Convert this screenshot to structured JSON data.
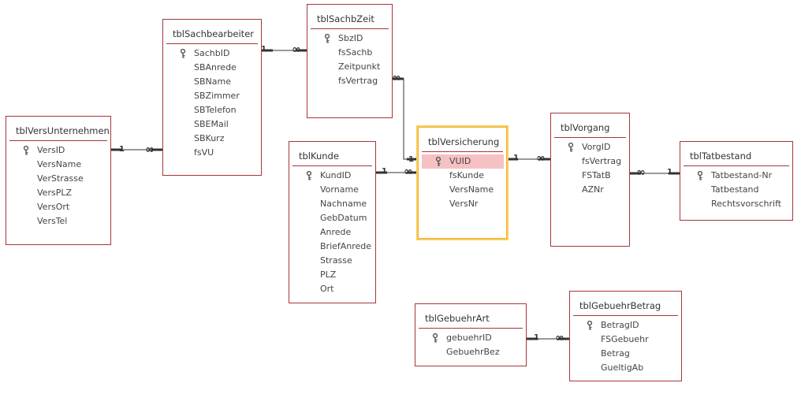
{
  "tables": [
    {
      "id": "vu",
      "name": "tblVersUnternehmen",
      "fields": [
        {
          "name": "VersID",
          "key": true
        },
        {
          "name": "VersName"
        },
        {
          "name": "VerStrasse"
        },
        {
          "name": "VersPLZ"
        },
        {
          "name": "VersOrt"
        },
        {
          "name": "VersTel"
        }
      ]
    },
    {
      "id": "sb",
      "name": "tblSachbearbeiter",
      "fields": [
        {
          "name": "SachbID",
          "key": true
        },
        {
          "name": "SBAnrede"
        },
        {
          "name": "SBName"
        },
        {
          "name": "SBZimmer"
        },
        {
          "name": "SBTelefon"
        },
        {
          "name": "SBEMail"
        },
        {
          "name": "SBKurz"
        },
        {
          "name": "fsVU"
        }
      ]
    },
    {
      "id": "sz",
      "name": "tblSachbZeit",
      "fields": [
        {
          "name": "SbzID",
          "key": true
        },
        {
          "name": "fsSachb"
        },
        {
          "name": "Zeitpunkt"
        },
        {
          "name": "fsVertrag"
        }
      ]
    },
    {
      "id": "ku",
      "name": "tblKunde",
      "fields": [
        {
          "name": "KundID",
          "key": true
        },
        {
          "name": "Vorname"
        },
        {
          "name": "Nachname"
        },
        {
          "name": "GebDatum"
        },
        {
          "name": "Anrede"
        },
        {
          "name": "BriefAnrede"
        },
        {
          "name": "Strasse"
        },
        {
          "name": "PLZ"
        },
        {
          "name": "Ort"
        }
      ]
    },
    {
      "id": "vs",
      "name": "tblVersicherung",
      "selected": true,
      "fields": [
        {
          "name": "VUID",
          "key": true,
          "highlight": true
        },
        {
          "name": "fsKunde"
        },
        {
          "name": "VersName"
        },
        {
          "name": "VersNr"
        }
      ]
    },
    {
      "id": "vg",
      "name": "tblVorgang",
      "fields": [
        {
          "name": "VorgID",
          "key": true
        },
        {
          "name": "fsVertrag"
        },
        {
          "name": "FSTatB"
        },
        {
          "name": "AZNr"
        }
      ]
    },
    {
      "id": "tb",
      "name": "tblTatbestand",
      "fields": [
        {
          "name": "Tatbestand-Nr",
          "key": true
        },
        {
          "name": "Tatbestand"
        },
        {
          "name": "Rechtsvorschrift"
        }
      ]
    },
    {
      "id": "ga",
      "name": "tblGebuehrArt",
      "fields": [
        {
          "name": "gebuehrID",
          "key": true
        },
        {
          "name": "GebuehrBez"
        }
      ]
    },
    {
      "id": "gb",
      "name": "tblGebuehrBetrag",
      "fields": [
        {
          "name": "BetragID",
          "key": true
        },
        {
          "name": "FSGebuehr"
        },
        {
          "name": "Betrag"
        },
        {
          "name": "GueltigAb"
        }
      ]
    }
  ],
  "relationships": [
    {
      "from": "vu",
      "to": "sb",
      "from_label": "1",
      "to_label": "∞"
    },
    {
      "from": "sb",
      "to": "sz",
      "from_label": "1",
      "to_label": "∞"
    },
    {
      "from": "sz",
      "to": "vs",
      "from_label": "∞",
      "to_label": "1"
    },
    {
      "from": "ku",
      "to": "vs",
      "from_label": "1",
      "to_label": "∞"
    },
    {
      "from": "vs",
      "to": "vg",
      "from_label": "1",
      "to_label": "∞"
    },
    {
      "from": "vg",
      "to": "tb",
      "from_label": "∞",
      "to_label": "1"
    },
    {
      "from": "ga",
      "to": "gb",
      "from_label": "1",
      "to_label": "∞"
    }
  ],
  "colors": {
    "table_border": "#a4373a",
    "selected_border": "#f9cd5a",
    "key_highlight": "#f6c1c3",
    "line": "#333333"
  }
}
